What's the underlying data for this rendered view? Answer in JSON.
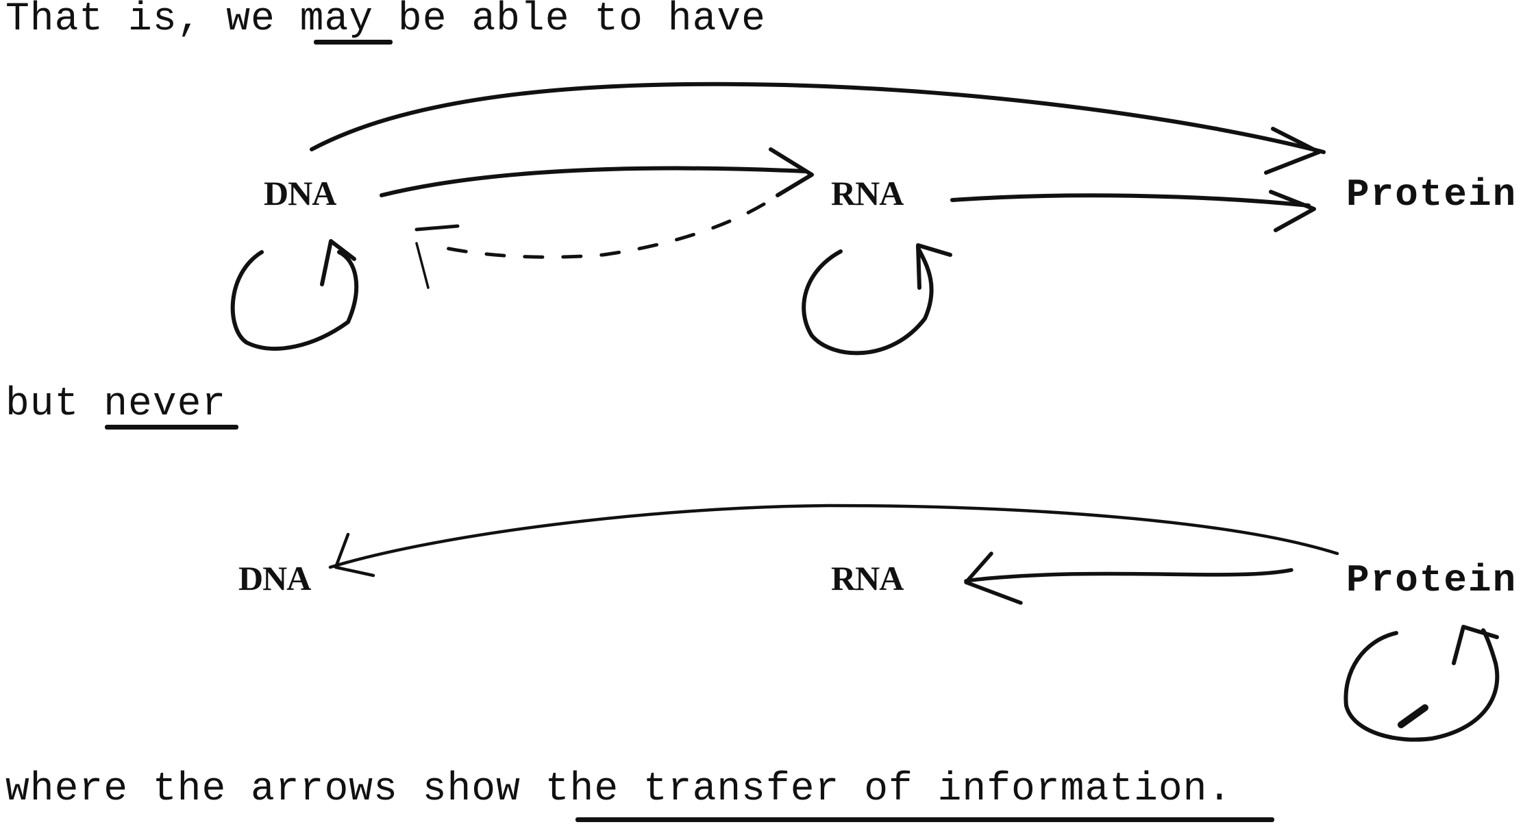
{
  "text": {
    "line1_pre": "That is, we ",
    "line1_emph": "may",
    "line1_post": " be able to have",
    "line2_pre": "but ",
    "line2_emph": "never",
    "line3_pre": "where the arrows show ",
    "line3_emph": "the transfer of information",
    "line3_post": "."
  },
  "diagram_allowed": {
    "nodes": [
      {
        "id": "dna",
        "label": "DNA"
      },
      {
        "id": "rna",
        "label": "RNA"
      },
      {
        "id": "protein",
        "label": "Protein"
      }
    ],
    "edges": [
      {
        "from": "DNA",
        "to": "Protein",
        "style": "solid",
        "shape": "arc-above"
      },
      {
        "from": "DNA",
        "to": "RNA",
        "style": "solid"
      },
      {
        "from": "RNA",
        "to": "Protein",
        "style": "solid"
      },
      {
        "from": "RNA",
        "to": "DNA",
        "style": "dashed"
      },
      {
        "from": "DNA",
        "to": "DNA",
        "style": "solid",
        "shape": "self-loop"
      },
      {
        "from": "RNA",
        "to": "RNA",
        "style": "solid",
        "shape": "self-loop"
      }
    ]
  },
  "diagram_never": {
    "nodes": [
      {
        "id": "dna",
        "label": "DNA"
      },
      {
        "id": "rna",
        "label": "RNA"
      },
      {
        "id": "protein",
        "label": "Protein"
      }
    ],
    "edges": [
      {
        "from": "Protein",
        "to": "DNA",
        "style": "solid",
        "shape": "arc-above"
      },
      {
        "from": "Protein",
        "to": "RNA",
        "style": "solid"
      },
      {
        "from": "Protein",
        "to": "Protein",
        "style": "solid",
        "shape": "self-loop"
      }
    ]
  },
  "colors": {
    "ink": "#111111",
    "paper": "#ffffff"
  }
}
